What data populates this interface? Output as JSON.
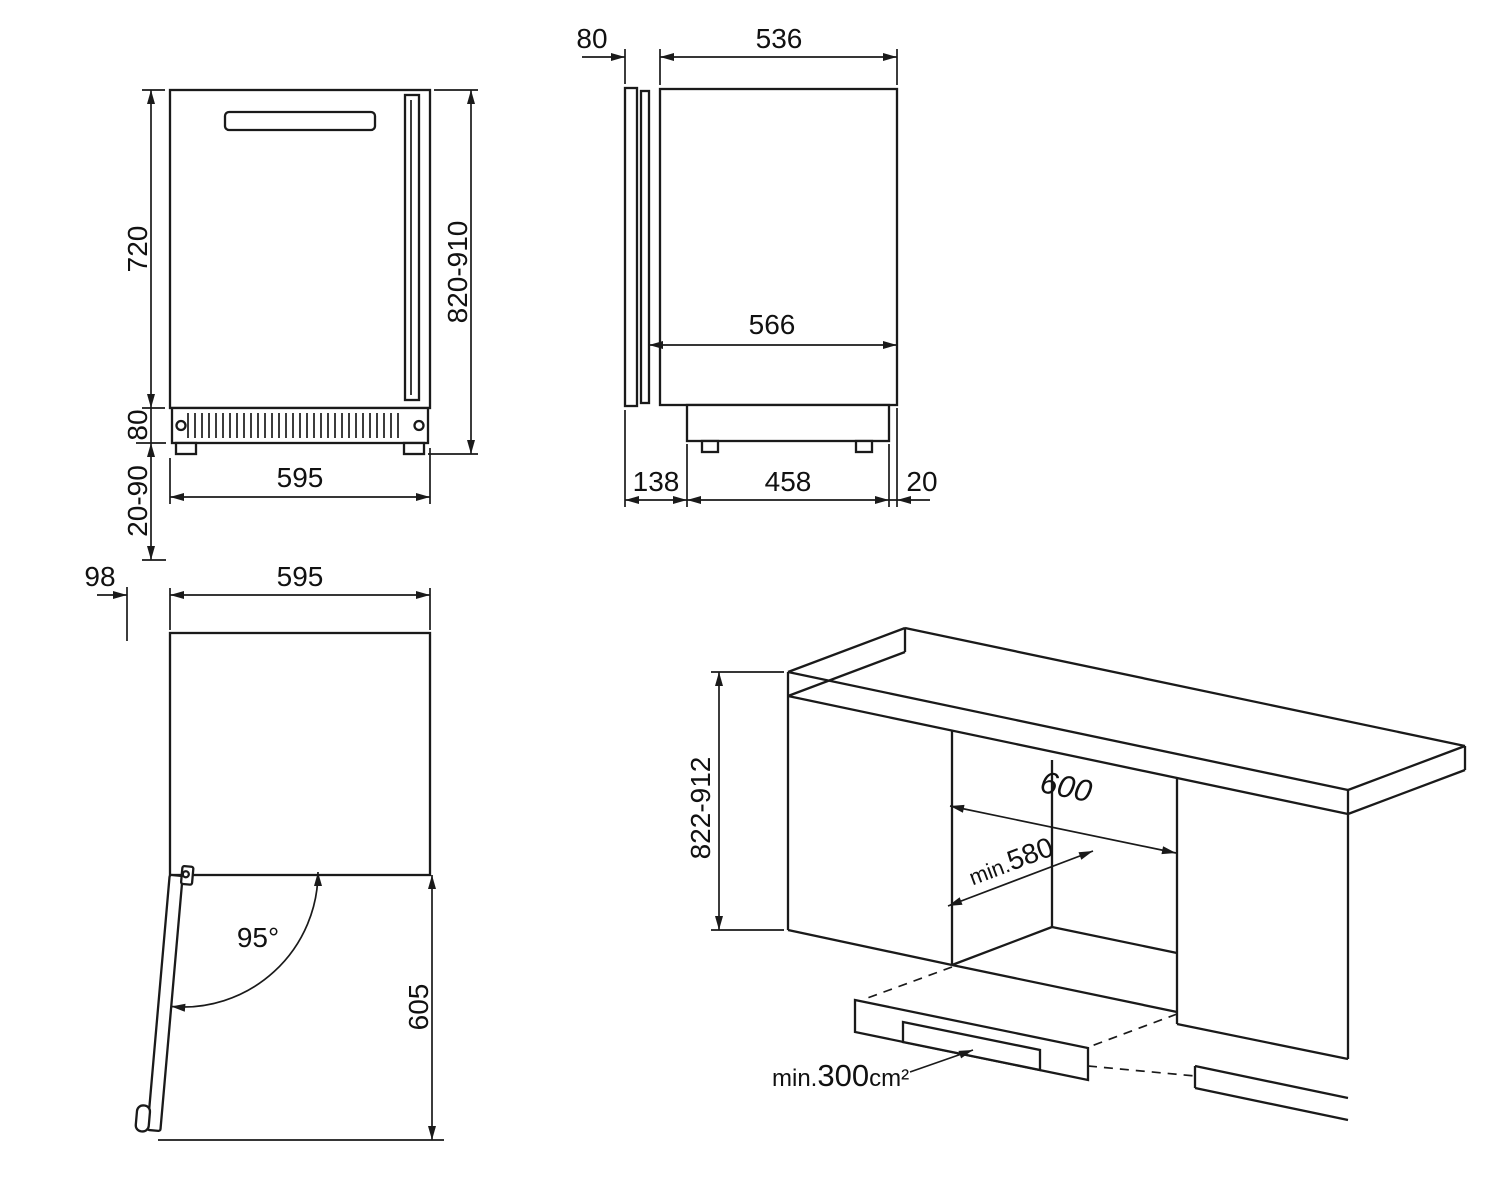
{
  "front_view": {
    "body_height": "720",
    "grille_height": "80",
    "feet_range": "20-90",
    "width": "595",
    "overall_height": "820-910"
  },
  "side_view": {
    "door_thickness": "80",
    "top_depth": "536",
    "body_depth": "566",
    "front_recess": "138",
    "base_length": "458",
    "rear_gap": "20"
  },
  "top_view": {
    "door_protrusion": "98",
    "width": "595",
    "opening_angle": "95°",
    "swing_clearance": "605"
  },
  "installation_view": {
    "niche_height": "822-912",
    "niche_width": "600",
    "depth_prefix": "min.",
    "depth_value": "580",
    "vent_prefix": "min.",
    "vent_value": "300",
    "vent_unit": "cm²"
  }
}
